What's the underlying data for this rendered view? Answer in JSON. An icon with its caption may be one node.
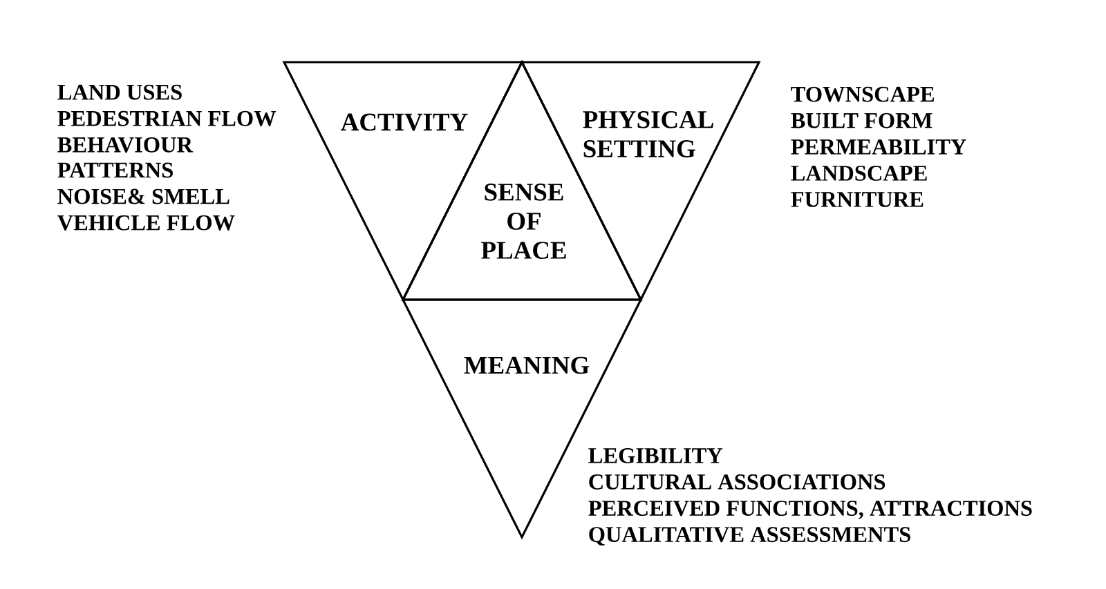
{
  "diagram": {
    "nodes": [
      {
        "text": [
          "ACTIVITY"
        ],
        "beside": [
          "LAND USES",
          "PEDESTRIAN FLOW",
          "BEHAVIOUR PATTERNS",
          "NOISE& SMELL",
          "VEHICLE FLOW"
        ]
      },
      {
        "text": [
          "PHYSICAL SETTING"
        ],
        "beside": [
          "TOWNSCAPE",
          "BUILT FORM",
          "PERMEABILITY",
          "LANDSCAPE",
          "FURNITURE"
        ]
      },
      {
        "text": [
          "SENSE OF PLACE"
        ]
      },
      {
        "text": [
          "MEANING"
        ],
        "beside": [
          "LEGIBILITY",
          "CULTURAL ASSOCIATIONS",
          "PERCEIVED FUNCTIONS, ATTRACTIONS",
          "QUALITATIVE ASSESSMENTS"
        ]
      }
    ],
    "edges": []
  }
}
